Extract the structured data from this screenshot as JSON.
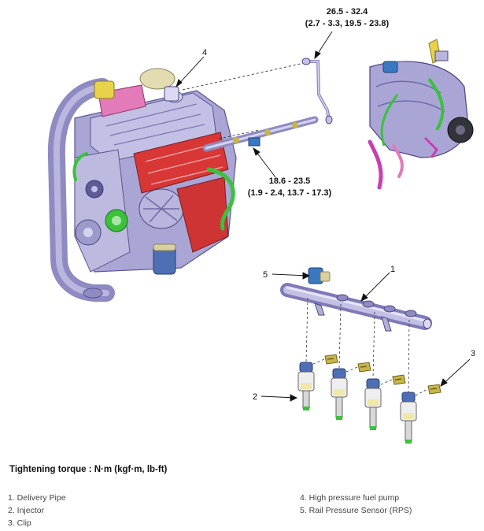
{
  "torque_labels": {
    "pump": {
      "nm": "26.5 - 32.4",
      "other": "(2.7 - 3.3, 19.5 - 23.8)"
    },
    "rail": {
      "nm": "18.6 - 23.5",
      "other": "(1.9 - 2.4, 13.7 - 17.3)"
    }
  },
  "callouts": {
    "c1": "1",
    "c2": "2",
    "c3": "3",
    "c4": "4",
    "c5": "5"
  },
  "caption": "Tightening torque : N·m (kgf·m, lb-ft)",
  "legend_left": [
    "1. Delivery Pipe",
    "2. Injector",
    "3. Clip"
  ],
  "legend_right": [
    "4. High pressure fuel pump",
    "5. Rail Pressure Sensor (RPS)"
  ],
  "colors": {
    "engine_body": "#a9a6d6",
    "engine_dark": "#6e6aa8",
    "head_red": "#d93636",
    "hose_green": "#39c23a",
    "belt_gray": "#7c7c88",
    "pink": "#e27bb8",
    "yellow": "#e8d24a",
    "rail_body": "#b3b0d8",
    "injector_white": "#eeeeee",
    "clip_yellow": "#c9b64a",
    "sensor_blue": "#3a78c2"
  }
}
